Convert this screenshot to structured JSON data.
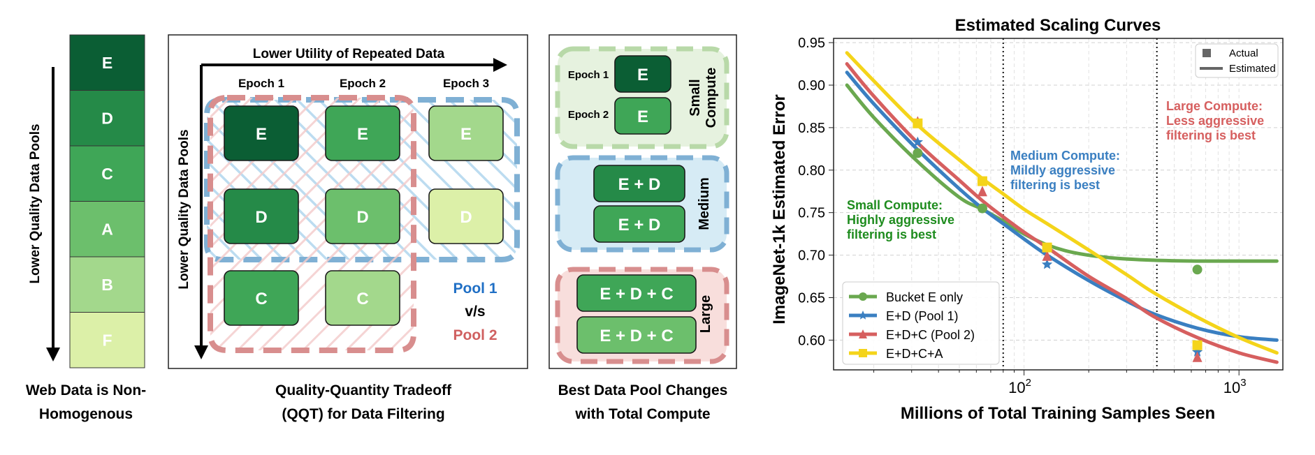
{
  "colors": {
    "E": "#0b5e34",
    "D": "#258a48",
    "C": "#3fa657",
    "A": "#6cbf6c",
    "B": "#a3d88c",
    "F": "#dcf0a8",
    "pool1": "#1f6fc5",
    "pool2": "#d06060",
    "small_bg": "#e6f2df",
    "medium_bg": "#d6ebf5",
    "large_bg": "#f8dedc",
    "series_e": "#6aa84f",
    "series_ed": "#3a7fc1",
    "series_edc": "#d65f5f",
    "series_edca": "#f4d41a",
    "ann_small": "#1e8c1e",
    "ann_medium": "#3a7fc1",
    "ann_large": "#d65f5f"
  },
  "panel1": {
    "pools": [
      "E",
      "D",
      "C",
      "A",
      "B",
      "F"
    ],
    "axis_label": "Lower Quality Data Pools",
    "caption_line1": "Web Data is Non-",
    "caption_line2": "Homogenous"
  },
  "panel2": {
    "top_axis_label": "Lower Utility of Repeated Data",
    "left_axis_label": "Lower Quality Data Pools",
    "epochs": [
      "Epoch 1",
      "Epoch 2",
      "Epoch 3"
    ],
    "rows": [
      {
        "label": "E",
        "shades": [
          "#0b5e34",
          "#3fa657",
          "#a3d88c"
        ]
      },
      {
        "label": "D",
        "shades": [
          "#258a48",
          "#6cbf6c",
          "#dcf0a8"
        ]
      },
      {
        "label": "C",
        "shades": [
          "#3fa657",
          "#a3d88c"
        ]
      }
    ],
    "pool1_label": "Pool 1",
    "vs_label": "v/s",
    "pool2_label": "Pool 2",
    "caption_line1": "Quality-Quantity Tradeoff",
    "caption_line2": "(QQT) for Data Filtering"
  },
  "panel3": {
    "small": {
      "title_line1": "Small",
      "title_line2": "Compute",
      "epoch1": "Epoch 1",
      "epoch2": "Epoch 2",
      "box1": "E",
      "box2": "E"
    },
    "medium": {
      "title": "Medium",
      "box1": "E + D",
      "box2": "E + D"
    },
    "large": {
      "title": "Large",
      "box1": "E + D + C",
      "box2": "E + D + C"
    },
    "caption_line1": "Best Data Pool Changes",
    "caption_line2": "with Total Compute"
  },
  "chart_data": {
    "type": "line",
    "title": "Estimated Scaling Curves",
    "xlabel": "Millions of Total Training Samples Seen",
    "ylabel": "ImageNet-1k Estimated Error",
    "xscale": "log",
    "xlim": [
      13,
      1600
    ],
    "ylim": [
      0.565,
      0.955
    ],
    "yticks": [
      "0.60",
      "0.65",
      "0.70",
      "0.75",
      "0.80",
      "0.85",
      "0.90",
      "0.95"
    ],
    "ytick_values": [
      0.6,
      0.65,
      0.7,
      0.75,
      0.8,
      0.85,
      0.9,
      0.95
    ],
    "xtick_base": "10",
    "xtick_exps": [
      "2",
      "3"
    ],
    "xtick_values": [
      100,
      1000
    ],
    "grid": true,
    "vlines": [
      80,
      415
    ],
    "series": [
      {
        "name": "Bucket E only",
        "marker": "circle",
        "color": "#6aa84f",
        "curve": [
          [
            15,
            0.9
          ],
          [
            20,
            0.862
          ],
          [
            32,
            0.81
          ],
          [
            50,
            0.768
          ],
          [
            64,
            0.754
          ],
          [
            80,
            0.74
          ],
          [
            100,
            0.725
          ],
          [
            128,
            0.712
          ],
          [
            170,
            0.703
          ],
          [
            250,
            0.697
          ],
          [
            400,
            0.694
          ],
          [
            640,
            0.693
          ],
          [
            1000,
            0.693
          ],
          [
            1500,
            0.693
          ]
        ],
        "points": [
          [
            32,
            0.82
          ],
          [
            64,
            0.755
          ],
          [
            640,
            0.683
          ]
        ]
      },
      {
        "name": "E+D (Pool 1)",
        "marker": "star",
        "color": "#3a7fc1",
        "curve": [
          [
            15,
            0.915
          ],
          [
            20,
            0.878
          ],
          [
            32,
            0.824
          ],
          [
            50,
            0.778
          ],
          [
            64,
            0.755
          ],
          [
            80,
            0.737
          ],
          [
            100,
            0.719
          ],
          [
            128,
            0.7
          ],
          [
            200,
            0.67
          ],
          [
            300,
            0.646
          ],
          [
            400,
            0.631
          ],
          [
            640,
            0.614
          ],
          [
            1000,
            0.604
          ],
          [
            1500,
            0.6
          ]
        ],
        "points": [
          [
            32,
            0.833
          ],
          [
            128,
            0.689
          ],
          [
            640,
            0.586
          ]
        ]
      },
      {
        "name": "E+D+C (Pool 2)",
        "marker": "triangle",
        "color": "#d65f5f",
        "curve": [
          [
            15,
            0.925
          ],
          [
            20,
            0.887
          ],
          [
            32,
            0.832
          ],
          [
            50,
            0.788
          ],
          [
            64,
            0.764
          ],
          [
            80,
            0.745
          ],
          [
            100,
            0.727
          ],
          [
            128,
            0.709
          ],
          [
            200,
            0.675
          ],
          [
            300,
            0.649
          ],
          [
            400,
            0.628
          ],
          [
            640,
            0.603
          ],
          [
            1000,
            0.585
          ],
          [
            1500,
            0.574
          ]
        ],
        "points": [
          [
            32,
            0.857
          ],
          [
            64,
            0.775
          ],
          [
            128,
            0.699
          ],
          [
            640,
            0.58
          ]
        ]
      },
      {
        "name": "E+D+C+A",
        "marker": "square",
        "color": "#f4d41a",
        "curve": [
          [
            15,
            0.938
          ],
          [
            20,
            0.905
          ],
          [
            32,
            0.853
          ],
          [
            50,
            0.812
          ],
          [
            64,
            0.79
          ],
          [
            80,
            0.772
          ],
          [
            100,
            0.754
          ],
          [
            128,
            0.737
          ],
          [
            200,
            0.706
          ],
          [
            300,
            0.677
          ],
          [
            400,
            0.656
          ],
          [
            640,
            0.627
          ],
          [
            1000,
            0.603
          ],
          [
            1500,
            0.585
          ]
        ],
        "points": [
          [
            32,
            0.855
          ],
          [
            64,
            0.787
          ],
          [
            128,
            0.709
          ],
          [
            640,
            0.594
          ]
        ]
      }
    ],
    "legend": {
      "placement": "lower-left"
    },
    "style_legend": {
      "placement": "top-right",
      "actual": "Actual",
      "estimated": "Estimated"
    },
    "annotations": [
      {
        "lines": [
          "Small Compute:",
          "Highly aggressive",
          "filtering is best"
        ],
        "color": "#1e8c1e"
      },
      {
        "lines": [
          "Medium Compute:",
          "Mildly aggressive",
          "filtering is best"
        ],
        "color": "#3a7fc1"
      },
      {
        "lines": [
          "Large Compute:",
          "Less aggressive",
          "filtering is best"
        ],
        "color": "#d65f5f"
      }
    ]
  }
}
